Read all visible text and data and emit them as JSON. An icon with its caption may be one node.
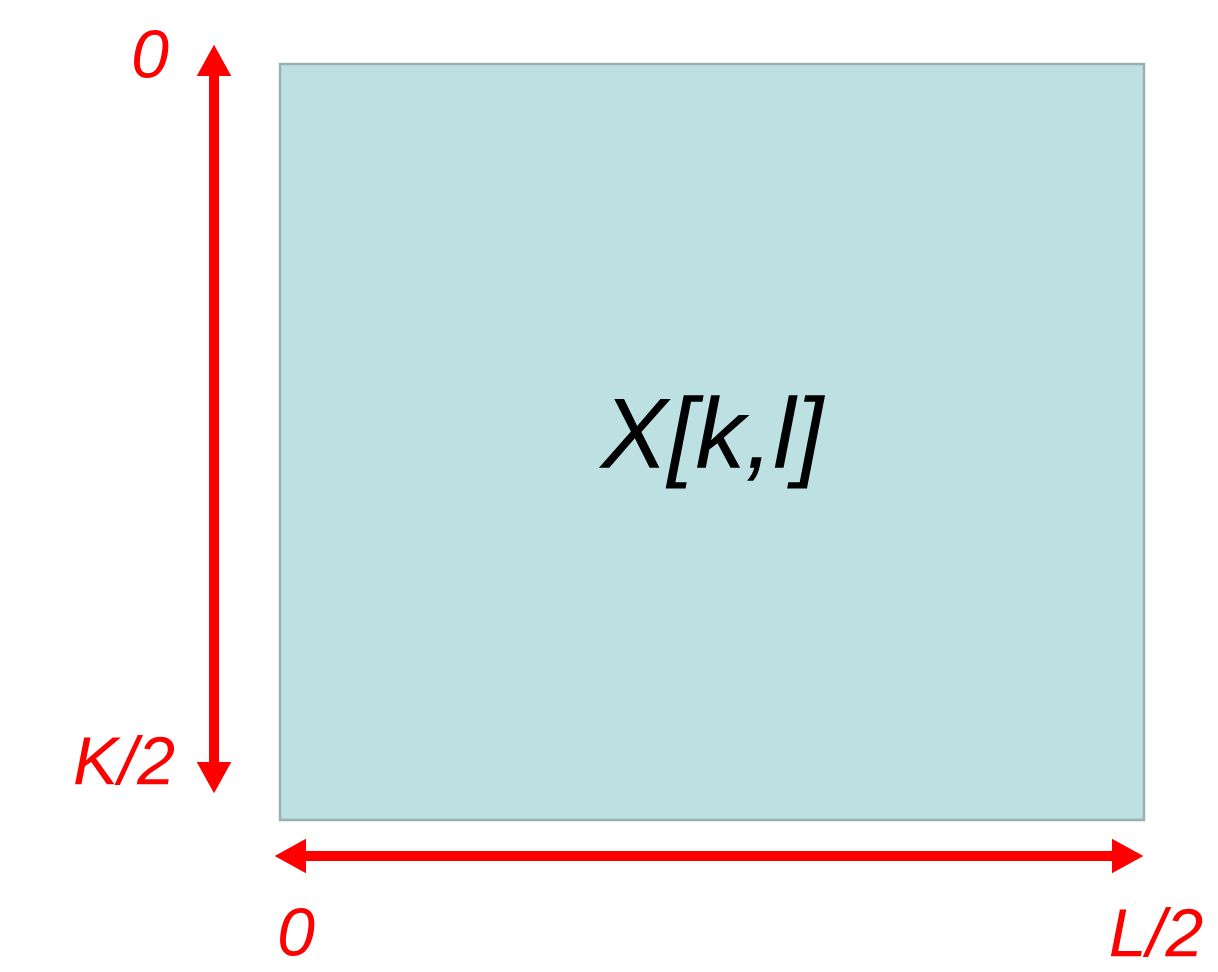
{
  "diagram": {
    "nodes": [
      {
        "text": [
          "X[k,l]"
        ]
      }
    ],
    "labels": [
      "0",
      "K/2",
      "0",
      "L/2"
    ]
  }
}
